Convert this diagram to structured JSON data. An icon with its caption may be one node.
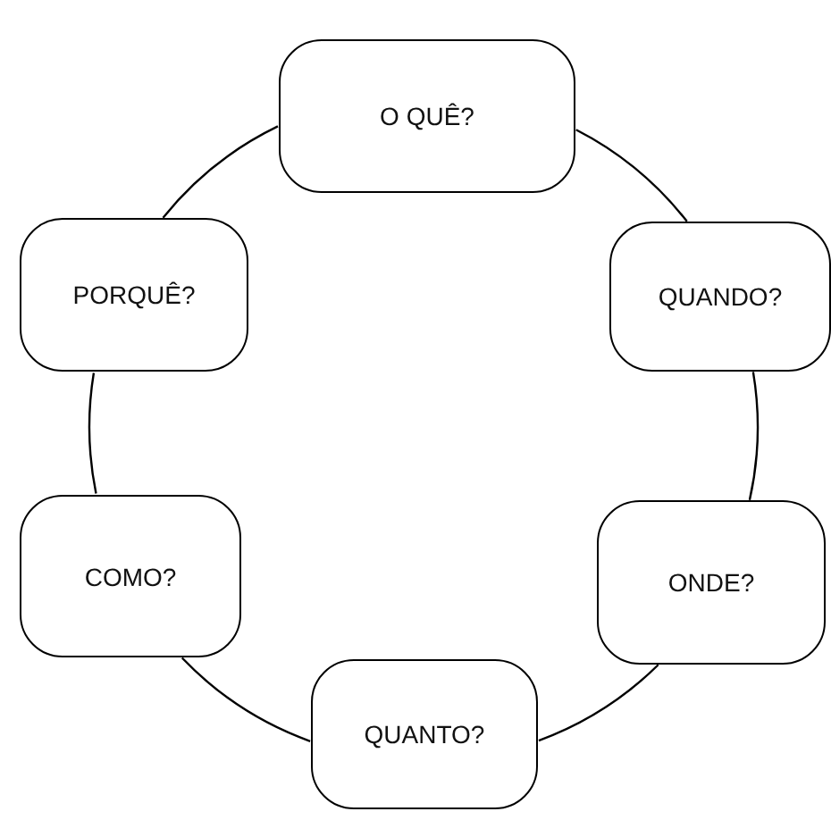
{
  "diagram": {
    "nodes": [
      {
        "text": [
          "O QUÊ?"
        ]
      },
      {
        "text": [
          "QUANDO?"
        ]
      },
      {
        "text": [
          "ONDE?"
        ]
      },
      {
        "text": [
          "QUANTO?"
        ]
      },
      {
        "text": [
          "COMO?"
        ]
      },
      {
        "text": [
          "PORQUÊ?"
        ]
      }
    ],
    "edges": [
      {
        "from": 0,
        "to": 1,
        "arrow": "none"
      },
      {
        "from": 1,
        "to": 2,
        "arrow": "none"
      },
      {
        "from": 2,
        "to": 3,
        "arrow": "none"
      },
      {
        "from": 3,
        "to": 4,
        "arrow": "none"
      },
      {
        "from": 4,
        "to": 5,
        "arrow": "none"
      },
      {
        "from": 5,
        "to": 0,
        "arrow": "none"
      }
    ]
  }
}
